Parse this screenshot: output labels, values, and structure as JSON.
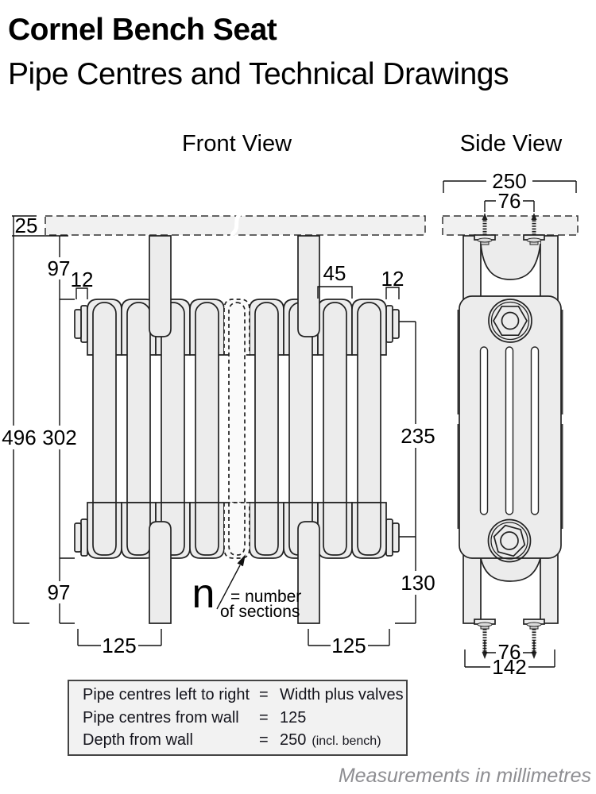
{
  "page": {
    "title": "Cornel Bench Seat",
    "subtitle": "Pipe Centres and Technical Drawings",
    "footer_note": "Measurements in millimetres"
  },
  "views": {
    "front": {
      "label": "Front View",
      "dims": {
        "bench_thickness": "25",
        "bench_to_top": "97",
        "left_lip": "12",
        "section_width": "45",
        "right_lip": "12",
        "overall_height": "496",
        "radiator_height": "302",
        "pipe_centre_height": "235",
        "bottom_height": "130",
        "floor_clearance": "97",
        "pipe_centres_left": "125",
        "pipe_centres_right": "125"
      },
      "annotation": {
        "symbol": "n",
        "eq_line": "= number",
        "of_line": "of sections"
      }
    },
    "side": {
      "label": "Side View",
      "dims": {
        "depth": "250",
        "screw_centres_top": "76",
        "screw_centres_bottom": "76",
        "foot_width": "142"
      }
    }
  },
  "spec_table": {
    "rows": [
      {
        "label": "Pipe centres left to right",
        "eq": "=",
        "value": "Width plus valves",
        "note": ""
      },
      {
        "label": "Pipe centres from wall",
        "eq": "=",
        "value": "125",
        "note": ""
      },
      {
        "label": "Depth from wall",
        "eq": "=",
        "value": "250",
        "note": "(incl. bench)"
      }
    ]
  },
  "colors": {
    "outline": "#222222",
    "dimension_line": "#111111",
    "radiator_fill": "#ececec",
    "bench_fill": "#f1f1f1",
    "dashed_section_fill": "#fafafa",
    "dark_tab": "#3f3f3f",
    "table_bg": "#f2f2f2",
    "table_border": "#444444",
    "footer_text": "#8e8e92",
    "slot_fill": "#ffffff"
  }
}
